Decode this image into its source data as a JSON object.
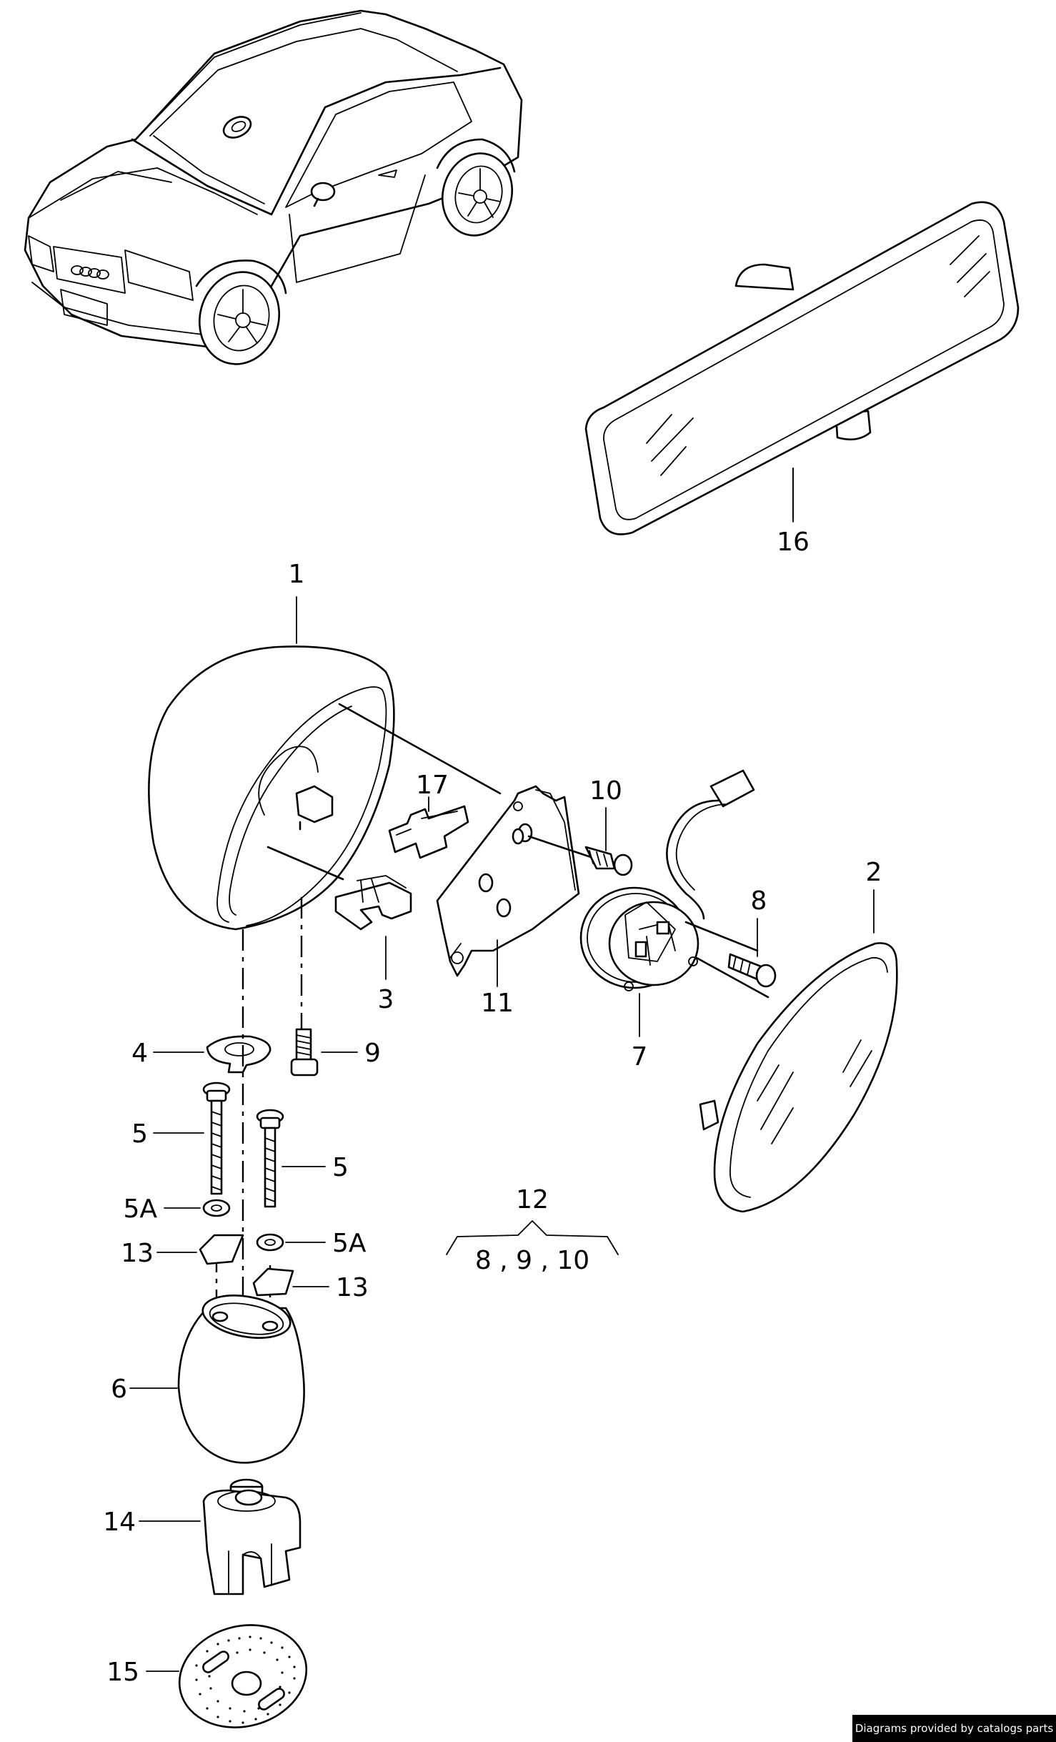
{
  "labels": {
    "p1": "1",
    "p2": "2",
    "p3": "3",
    "p4": "4",
    "p5a": "5",
    "p5b": "5",
    "p5A_a": "5A",
    "p5A_b": "5A",
    "p6": "6",
    "p7": "7",
    "p8": "8",
    "p9": "9",
    "p10": "10",
    "p11": "11",
    "p12": "12",
    "p12_sub": "8 , 9 , 10",
    "p13a": "13",
    "p13b": "13",
    "p14": "14",
    "p15": "15",
    "p16": "16",
    "p17": "17"
  },
  "footer": {
    "credit": "Diagrams provided by catalogs parts"
  }
}
